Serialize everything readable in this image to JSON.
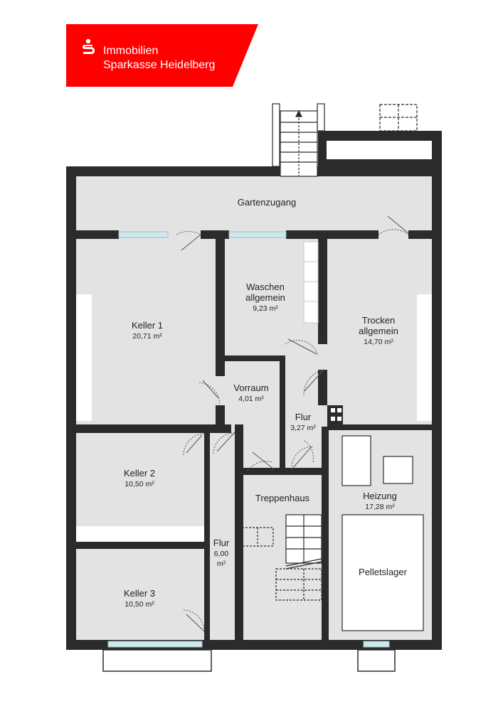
{
  "colors": {
    "brand_red": "#ff0000",
    "wall": "#2b2b2b",
    "floor": "#e3e3e3",
    "window": "#cfe8ee"
  },
  "logo": {
    "icon": "sparkasse-s-icon",
    "line1": "Immobilien",
    "line2": "Sparkasse Heidelberg"
  },
  "rooms": {
    "gartenzugang": {
      "name": "Gartenzugang"
    },
    "keller1": {
      "name": "Keller 1",
      "area": "20,71 m²"
    },
    "waschen": {
      "name1": "Waschen",
      "name2": "allgemein",
      "area": "9,23 m²"
    },
    "trocken": {
      "name1": "Trocken",
      "name2": "allgemein",
      "area": "14,70 m²"
    },
    "vorraum": {
      "name": "Vorraum",
      "area": "4,01 m²"
    },
    "flur_small": {
      "name": "Flur",
      "area": "3,27 m²"
    },
    "keller2": {
      "name": "Keller 2",
      "area": "10,50 m²"
    },
    "treppenhaus": {
      "name": "Treppenhaus"
    },
    "heizung": {
      "name": "Heizung",
      "area": "17,28 m²"
    },
    "flur_long": {
      "name": "Flur",
      "area1": "6,00",
      "area2": "m²"
    },
    "pelletslager": {
      "name": "Pelletslager"
    },
    "keller3": {
      "name": "Keller 3",
      "area": "10,50 m²"
    }
  }
}
